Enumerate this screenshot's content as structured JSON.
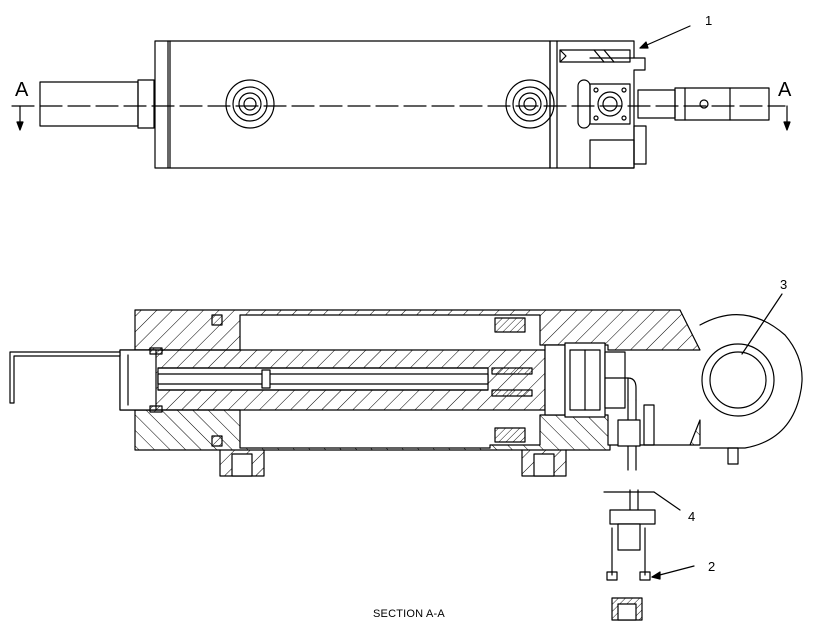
{
  "section_marks": {
    "left": "A",
    "right": "A"
  },
  "callouts": [
    "1",
    "2",
    "3",
    "4"
  ],
  "caption": "SECTION A-A",
  "colors": {
    "line": "#000000",
    "background": "#ffffff"
  }
}
